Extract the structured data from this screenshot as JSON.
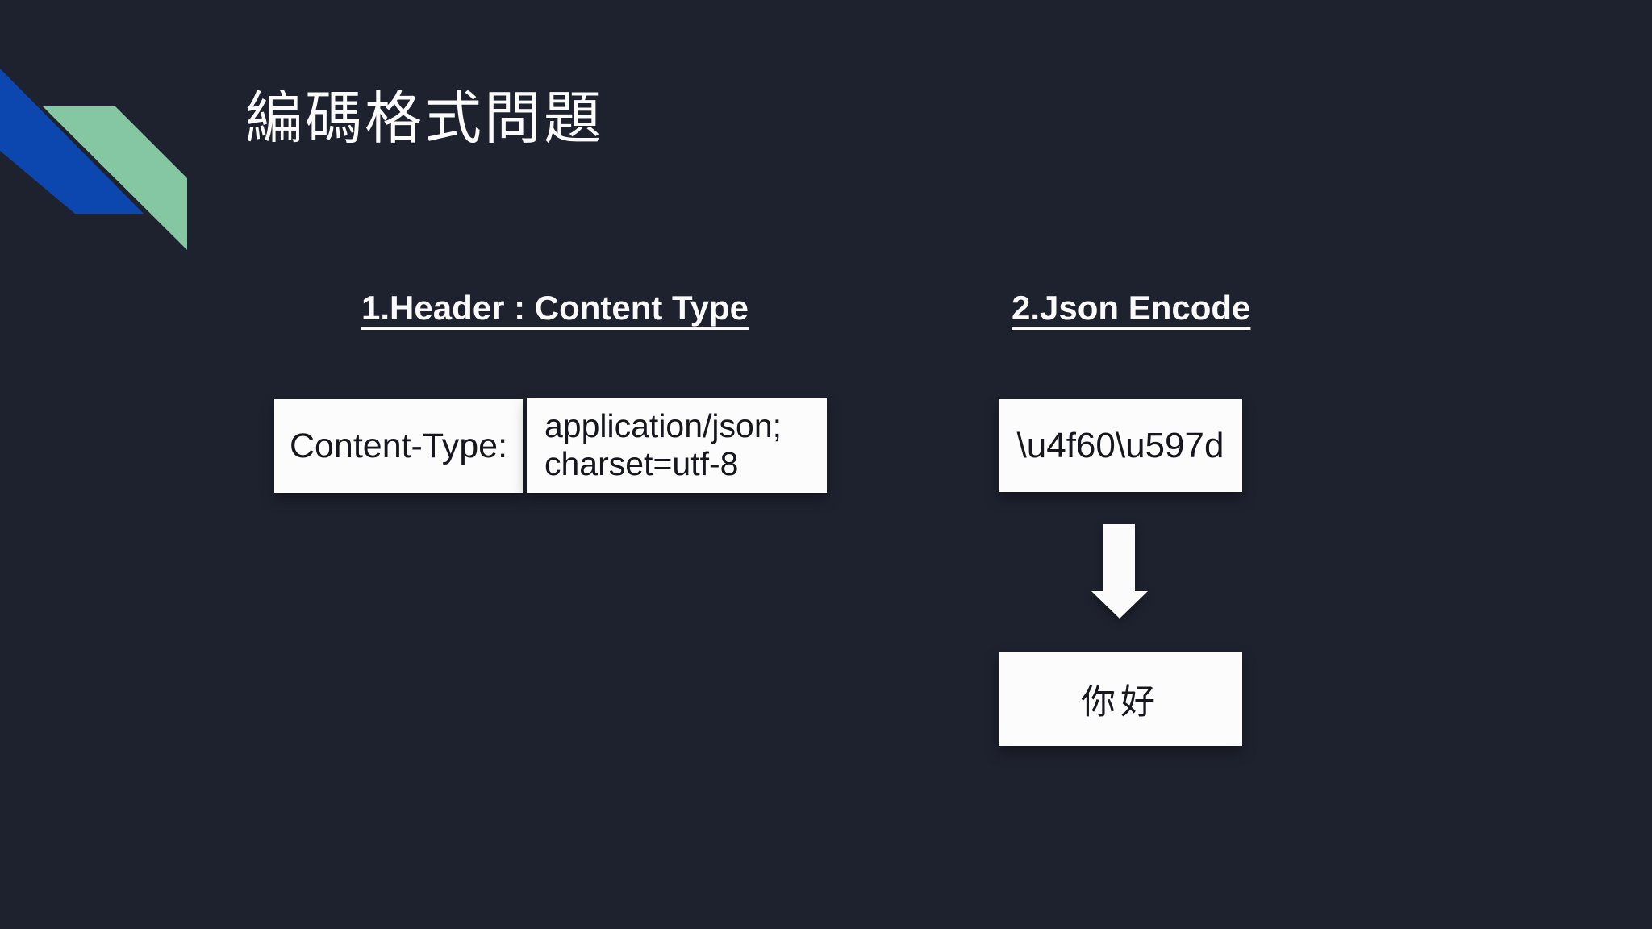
{
  "slide": {
    "title": "編碼格式問題",
    "colors": {
      "background": "#1e222f",
      "ribbon_blue": "#0c47b0",
      "ribbon_green": "#85c7a2",
      "box_background": "#fcfcfd",
      "box_text": "#16161e",
      "heading_text": "#fafafa"
    }
  },
  "sections": [
    {
      "heading": "1.Header : Content Type",
      "key_box": "Content-Type:",
      "value_box": {
        "line1": "application/json;",
        "line2": "charset=utf-8"
      }
    },
    {
      "heading": "2.Json Encode",
      "encoded_box": "\\u4f60\\u597d",
      "arrow_icon": "down-arrow",
      "decoded_box": "你好"
    }
  ]
}
